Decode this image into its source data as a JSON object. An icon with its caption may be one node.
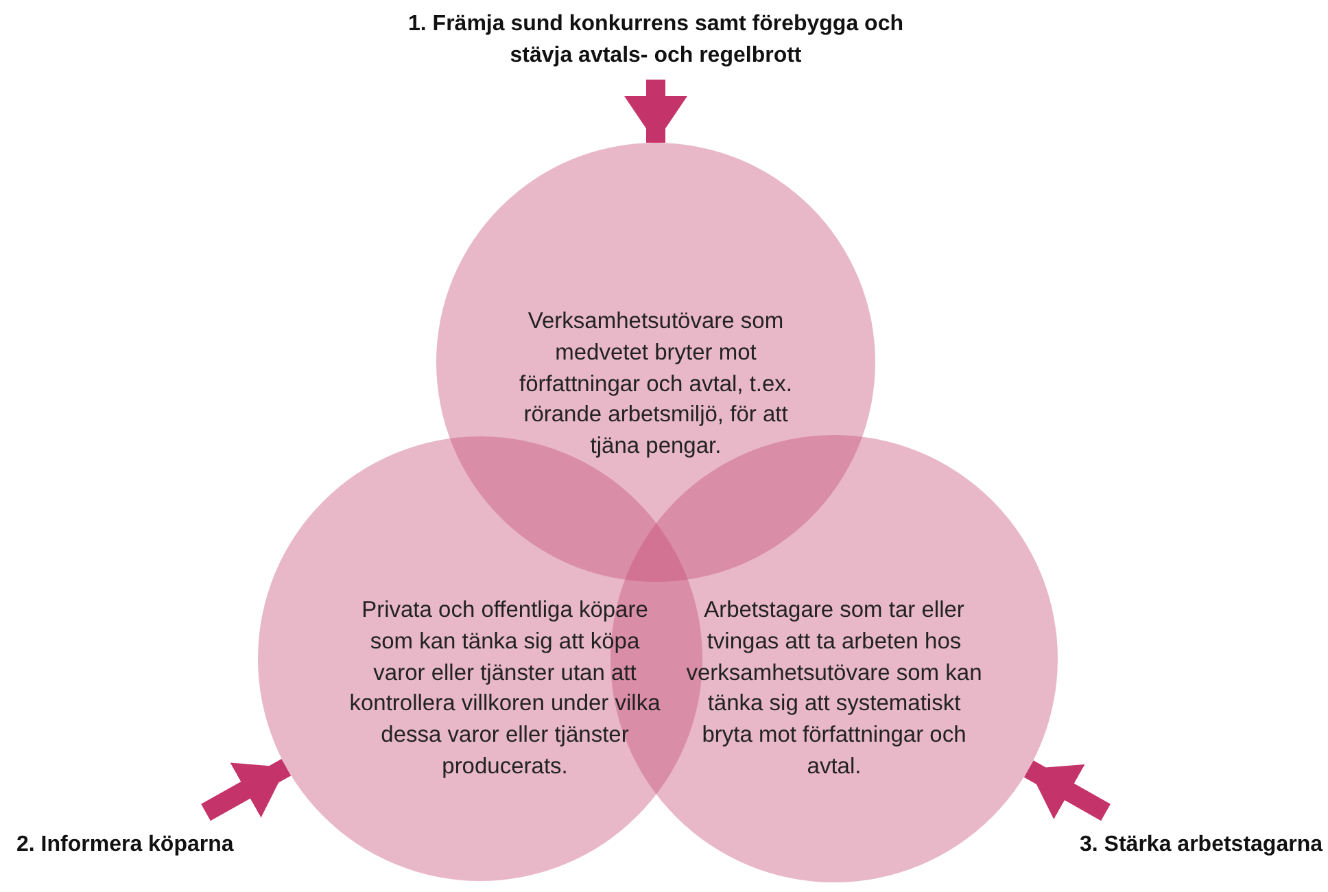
{
  "diagram": {
    "nodes": [
      {
        "text": [
          "1. Främja sund konkurrens samt förebygga och stävja avtals- och regelbrott"
        ]
      },
      {
        "text": [
          "Verksamhetsutövare som medvetet bryter mot författningar och avtal, t.ex. rörande arbetsmiljö, för att tjäna pengar."
        ]
      },
      {
        "text": [
          "Privata och offentliga köpare som kan tänka sig att köpa varor eller tjänster utan att kontrollera villkoren under vilka dessa varor eller tjänster producerats."
        ]
      },
      {
        "text": [
          "Arbetstagare som tar eller tvingas att ta arbeten hos verksamhetsutövare som kan tänka sig att systematiskt bryta mot författningar och avtal."
        ]
      },
      {
        "text": [
          "2. Informera köparna"
        ]
      },
      {
        "text": [
          "3. Stärka arbetstagarna"
        ]
      }
    ],
    "edges": [
      {
        "from": 0,
        "to": 1,
        "arrow": "to"
      },
      {
        "from": 4,
        "to": 2,
        "arrow": "to"
      },
      {
        "from": 5,
        "to": 3,
        "arrow": "to"
      }
    ]
  }
}
